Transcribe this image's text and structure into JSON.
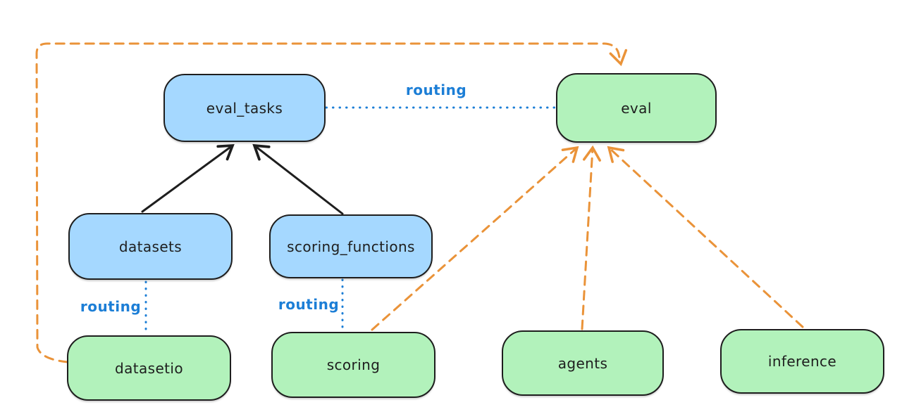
{
  "diagram": {
    "kind": "architecture-diagram",
    "nodes": {
      "eval_tasks": {
        "label": "eval_tasks",
        "fill": "#a5d8ff"
      },
      "eval": {
        "label": "eval",
        "fill": "#b2f2bb"
      },
      "datasets": {
        "label": "datasets",
        "fill": "#a5d8ff"
      },
      "scoring_functions": {
        "label": "scoring_functions",
        "fill": "#a5d8ff"
      },
      "datasetio": {
        "label": "datasetio",
        "fill": "#b2f2bb"
      },
      "scoring": {
        "label": "scoring",
        "fill": "#b2f2bb"
      },
      "agents": {
        "label": "agents",
        "fill": "#b2f2bb"
      },
      "inference": {
        "label": "inference",
        "fill": "#b2f2bb"
      }
    },
    "edge_labels": {
      "routing_top": "routing",
      "routing_left": "routing",
      "routing_mid": "routing"
    },
    "edges": [
      {
        "from": "datasets",
        "to": "eval_tasks",
        "style": "solid-black-arrow"
      },
      {
        "from": "scoring_functions",
        "to": "eval_tasks",
        "style": "solid-black-arrow"
      },
      {
        "from": "eval_tasks",
        "to": "eval",
        "style": "dotted-blue",
        "label": "routing"
      },
      {
        "from": "datasets",
        "to": "datasetio",
        "style": "dotted-blue",
        "label": "routing"
      },
      {
        "from": "scoring_functions",
        "to": "scoring",
        "style": "dotted-blue",
        "label": "routing"
      },
      {
        "from": "datasetio",
        "to": "eval",
        "style": "dashed-orange-arrow"
      },
      {
        "from": "scoring",
        "to": "eval",
        "style": "dashed-orange-arrow"
      },
      {
        "from": "agents",
        "to": "eval",
        "style": "dashed-orange-arrow"
      },
      {
        "from": "inference",
        "to": "eval",
        "style": "dashed-orange-arrow"
      }
    ],
    "colors": {
      "blue_node_fill": "#a5d8ff",
      "green_node_fill": "#b2f2bb",
      "node_border": "#1e1e1e",
      "solid_edge": "#1e1e1e",
      "routing_edge": "#1c7ed6",
      "provider_edge": "#ea9339",
      "background": "#ffffff"
    }
  }
}
